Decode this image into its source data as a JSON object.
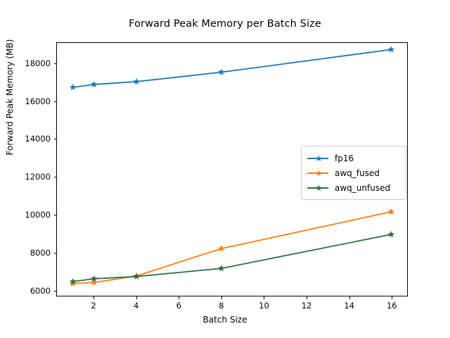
{
  "chart_data": {
    "type": "line",
    "title": "Forward Peak Memory per Batch Size",
    "xlabel": "Batch Size",
    "ylabel": "Forward Peak Memory (MB)",
    "x": [
      1,
      2,
      4,
      8,
      16
    ],
    "xlim": [
      0.25,
      16.75
    ],
    "ylim": [
      5700,
      19100
    ],
    "xticks": [
      2,
      4,
      6,
      8,
      10,
      12,
      14,
      16
    ],
    "xtick_labels": [
      "2",
      "4",
      "6",
      "8",
      "10",
      "12",
      "14",
      "16"
    ],
    "yticks": [
      6000,
      8000,
      10000,
      12000,
      14000,
      16000,
      18000
    ],
    "ytick_labels": [
      "6000",
      "8000",
      "10000",
      "12000",
      "14000",
      "16000",
      "18000"
    ],
    "grid": false,
    "legend_position": "center right",
    "marker": "star",
    "series": [
      {
        "name": "fp16",
        "color": "#1f77b4",
        "values": [
          16750,
          16900,
          17050,
          17550,
          18750
        ]
      },
      {
        "name": "awq_fused",
        "color": "#ff7f0e",
        "values": [
          6350,
          6400,
          6750,
          8200,
          10150
        ]
      },
      {
        "name": "awq_unfused",
        "color": "#2e6f3e",
        "values": [
          6450,
          6600,
          6720,
          7150,
          8950
        ]
      }
    ]
  }
}
